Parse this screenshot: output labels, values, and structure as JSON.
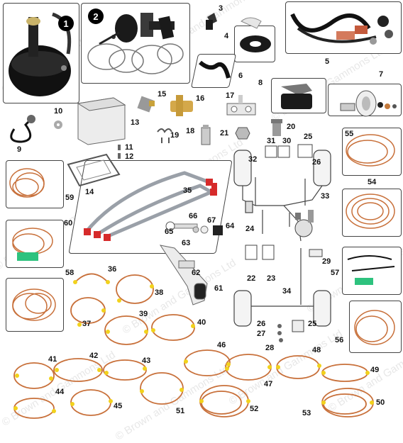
{
  "watermark": "© Brown and Gammons Ltd",
  "badges": [
    "1",
    "2"
  ],
  "labels": [
    "3",
    "4",
    "5",
    "6",
    "7",
    "8",
    "9",
    "10",
    "11",
    "12",
    "13",
    "14",
    "15",
    "16",
    "17",
    "18",
    "19",
    "20",
    "21",
    "22",
    "23",
    "24",
    "25",
    "26",
    "27",
    "28",
    "29",
    "30",
    "31",
    "32",
    "33",
    "34",
    "35",
    "36",
    "37",
    "38",
    "39",
    "40",
    "41",
    "42",
    "43",
    "44",
    "45",
    "46",
    "47",
    "48",
    "49",
    "50",
    "51",
    "52",
    "53",
    "54",
    "55",
    "56",
    "57",
    "58",
    "59",
    "60",
    "61",
    "62",
    "63",
    "64",
    "65",
    "66",
    "67",
    "25",
    "26"
  ],
  "colors": {
    "copper": "#c8703a",
    "copperLight": "#e0955a",
    "yellow": "#f2d21c",
    "black": "#1a1a1a",
    "red": "#d62a2a",
    "grey": "#8a8a8a",
    "steel": "#b8bcc4"
  }
}
